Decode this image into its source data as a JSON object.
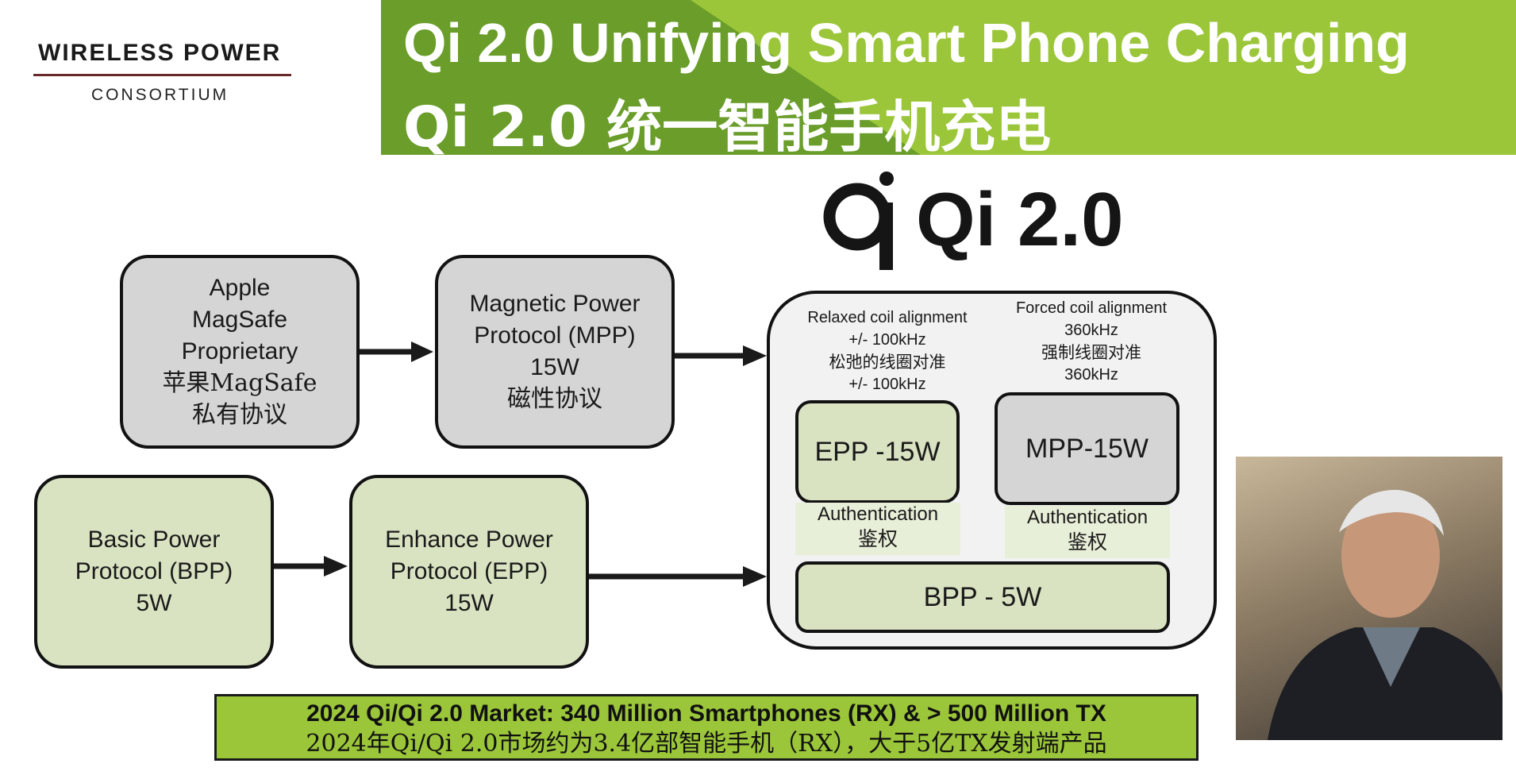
{
  "header": {
    "logo_line1": "WIRELESS POWER",
    "logo_line2": "CONSORTIUM",
    "title_en": "Qi 2.0 Unifying Smart Phone Charging",
    "title_cn": "Qi 2.0 统一智能手机充电",
    "colors": {
      "dark_green": "#6a9d2a",
      "light_green": "#9bc63a"
    }
  },
  "qi_logo": {
    "text": "Qi 2.0"
  },
  "boxes": {
    "apple": {
      "l1": "Apple",
      "l2": "MagSafe",
      "l3": "Proprietary",
      "cn1": "苹果MagSafe",
      "cn2": "私有协议"
    },
    "mpp": {
      "l1": "Magnetic Power",
      "l2": "Protocol (MPP)",
      "l3": "15W",
      "cn1": "磁性协议"
    },
    "bpp": {
      "l1": "Basic Power",
      "l2": "Protocol (BPP)",
      "l3": "5W"
    },
    "epp": {
      "l1": "Enhance Power",
      "l2": "Protocol (EPP)",
      "l3": "15W"
    }
  },
  "qi2_container": {
    "left_note": {
      "l1": "Relaxed coil alignment",
      "l2": "+/- 100kHz",
      "cn": "松弛的线圈对准",
      "l3": "+/- 100kHz"
    },
    "right_note": {
      "l1": "Forced coil alignment",
      "l2": "360kHz",
      "cn": "强制线圈对准",
      "l3": "360kHz"
    },
    "epp_label": "EPP -15W",
    "mpp_label": "MPP-15W",
    "bpp_label": "BPP - 5W",
    "auth_en": "Authentication",
    "auth_cn": "鉴权"
  },
  "market": {
    "en": "2024 Qi/Qi 2.0 Market:  340 Million Smartphones (RX) & > 500 Million TX",
    "cn": "2024年Qi/Qi 2.0市场约为3.4亿部智能手机（RX），大于5亿TX发射端产品"
  },
  "video": {
    "icon": "speaker-video-thumbnail"
  }
}
